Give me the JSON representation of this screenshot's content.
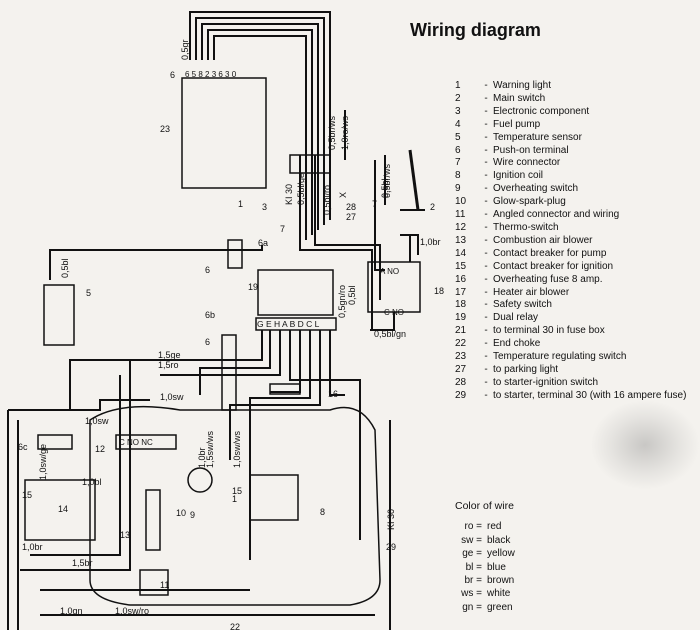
{
  "title": "Wiring diagram",
  "components": [
    {
      "num": "1",
      "label": "Warning light"
    },
    {
      "num": "2",
      "label": "Main switch"
    },
    {
      "num": "3",
      "label": "Electronic component"
    },
    {
      "num": "4",
      "label": "Fuel pump"
    },
    {
      "num": "5",
      "label": "Temperature sensor"
    },
    {
      "num": "6",
      "label": "Push-on terminal"
    },
    {
      "num": "7",
      "label": "Wire connector"
    },
    {
      "num": "8",
      "label": "Ignition coil"
    },
    {
      "num": "9",
      "label": "Overheating switch"
    },
    {
      "num": "10",
      "label": "Glow-spark-plug"
    },
    {
      "num": "11",
      "label": "Angled connector and wiring"
    },
    {
      "num": "12",
      "label": "Thermo-switch"
    },
    {
      "num": "13",
      "label": "Combustion air blower"
    },
    {
      "num": "14",
      "label": "Contact breaker for pump"
    },
    {
      "num": "15",
      "label": "Contact breaker for ignition"
    },
    {
      "num": "16",
      "label": "Overheating fuse 8 amp."
    },
    {
      "num": "17",
      "label": "Heater air blower"
    },
    {
      "num": "18",
      "label": "Safety switch"
    },
    {
      "num": "19",
      "label": "Dual relay"
    },
    {
      "num": "21",
      "label": "to terminal 30 in fuse box"
    },
    {
      "num": "22",
      "label": "End choke"
    },
    {
      "num": "23",
      "label": "Temperature regulating switch"
    },
    {
      "num": "27",
      "label": "to parking light"
    },
    {
      "num": "28",
      "label": "to starter-ignition switch"
    },
    {
      "num": "29",
      "label": "to starter, terminal 30 (with 16 ampere fuse)"
    }
  ],
  "dash": "-",
  "wire_colors_heading": "Color of wire",
  "wire_colors": [
    {
      "code": "ro",
      "name": "red"
    },
    {
      "code": "sw",
      "name": "black"
    },
    {
      "code": "ge",
      "name": "yellow"
    },
    {
      "code": "bl",
      "name": "blue"
    },
    {
      "code": "br",
      "name": "brown"
    },
    {
      "code": "ws",
      "name": "white"
    },
    {
      "code": "gn",
      "name": "green"
    }
  ],
  "wire_labels": {
    "w_05gr": "0,5gr",
    "w_05brws": "0,5br/ws",
    "w_10rows": "1,0ro/ws",
    "w_05brws2": "0,5br/ws",
    "w_05blro": "0,5bl/ro",
    "w_x": "X",
    "w_kl30": "KI 30",
    "w_05blge": "0,5bl/ge",
    "w_05bl": "0,5bl",
    "w_05gnro": "0,5gn/ro",
    "w_05bl2": "0,5bl",
    "w_05blgn": "0,5bl/gn",
    "w_10br": "1,0br",
    "w_15ge": "1,5ge",
    "w_15ro": "1,5ro",
    "w_10sw": "1,0sw",
    "w_10sw2": "1,0sw",
    "w_10swge": "1,0sw/ge",
    "w_10br2": "1,0br",
    "w_15swws": "1,5sw/ws",
    "w_10swws": "1,0sw/ws",
    "w_15br": "1,5br",
    "w_10brb": "1,0br",
    "w_10gn": "1,0gn",
    "w_10swro": "1,0sw/ro",
    "w_kl30b": "KI 30",
    "w_05bl3": "0,5bl",
    "w_10bl": "1,0bl"
  },
  "terminal_labels": {
    "relay_terms": "G E H A B D C L",
    "relay_top": "6 5 8 2 3 6 3 0",
    "thermo": "C  NO  NC",
    "ano": "A  NO",
    "cno": "C  NO"
  },
  "callouts": [
    "1",
    "2",
    "3",
    "5",
    "6",
    "6",
    "6",
    "6a",
    "6b",
    "6c",
    "7",
    "7",
    "8",
    "9",
    "10",
    "11",
    "12",
    "13",
    "14",
    "15",
    "16",
    "18",
    "19",
    "22",
    "23",
    "27",
    "28",
    "29",
    "15",
    "1"
  ]
}
